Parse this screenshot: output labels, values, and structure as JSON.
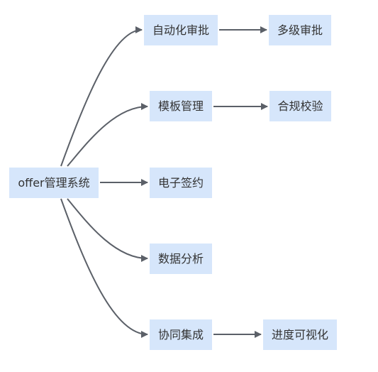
{
  "diagram": {
    "root": {
      "id": "root",
      "label": "offer管理系统"
    },
    "nodes": [
      {
        "id": "auto",
        "label": "自动化审批"
      },
      {
        "id": "multi",
        "label": "多级审批"
      },
      {
        "id": "tpl",
        "label": "模板管理"
      },
      {
        "id": "comp",
        "label": "合规校验"
      },
      {
        "id": "esign",
        "label": "电子签约"
      },
      {
        "id": "data",
        "label": "数据分析"
      },
      {
        "id": "collab",
        "label": "协同集成"
      },
      {
        "id": "prog",
        "label": "进度可视化"
      }
    ],
    "edges": [
      {
        "from": "root",
        "to": "auto"
      },
      {
        "from": "root",
        "to": "tpl"
      },
      {
        "from": "root",
        "to": "esign"
      },
      {
        "from": "root",
        "to": "data"
      },
      {
        "from": "root",
        "to": "collab"
      },
      {
        "from": "auto",
        "to": "multi"
      },
      {
        "from": "tpl",
        "to": "comp"
      },
      {
        "from": "collab",
        "to": "prog"
      }
    ],
    "colors": {
      "node_fill": "#d6e6fb",
      "node_text": "#333333",
      "edge": "#5b6068"
    }
  }
}
